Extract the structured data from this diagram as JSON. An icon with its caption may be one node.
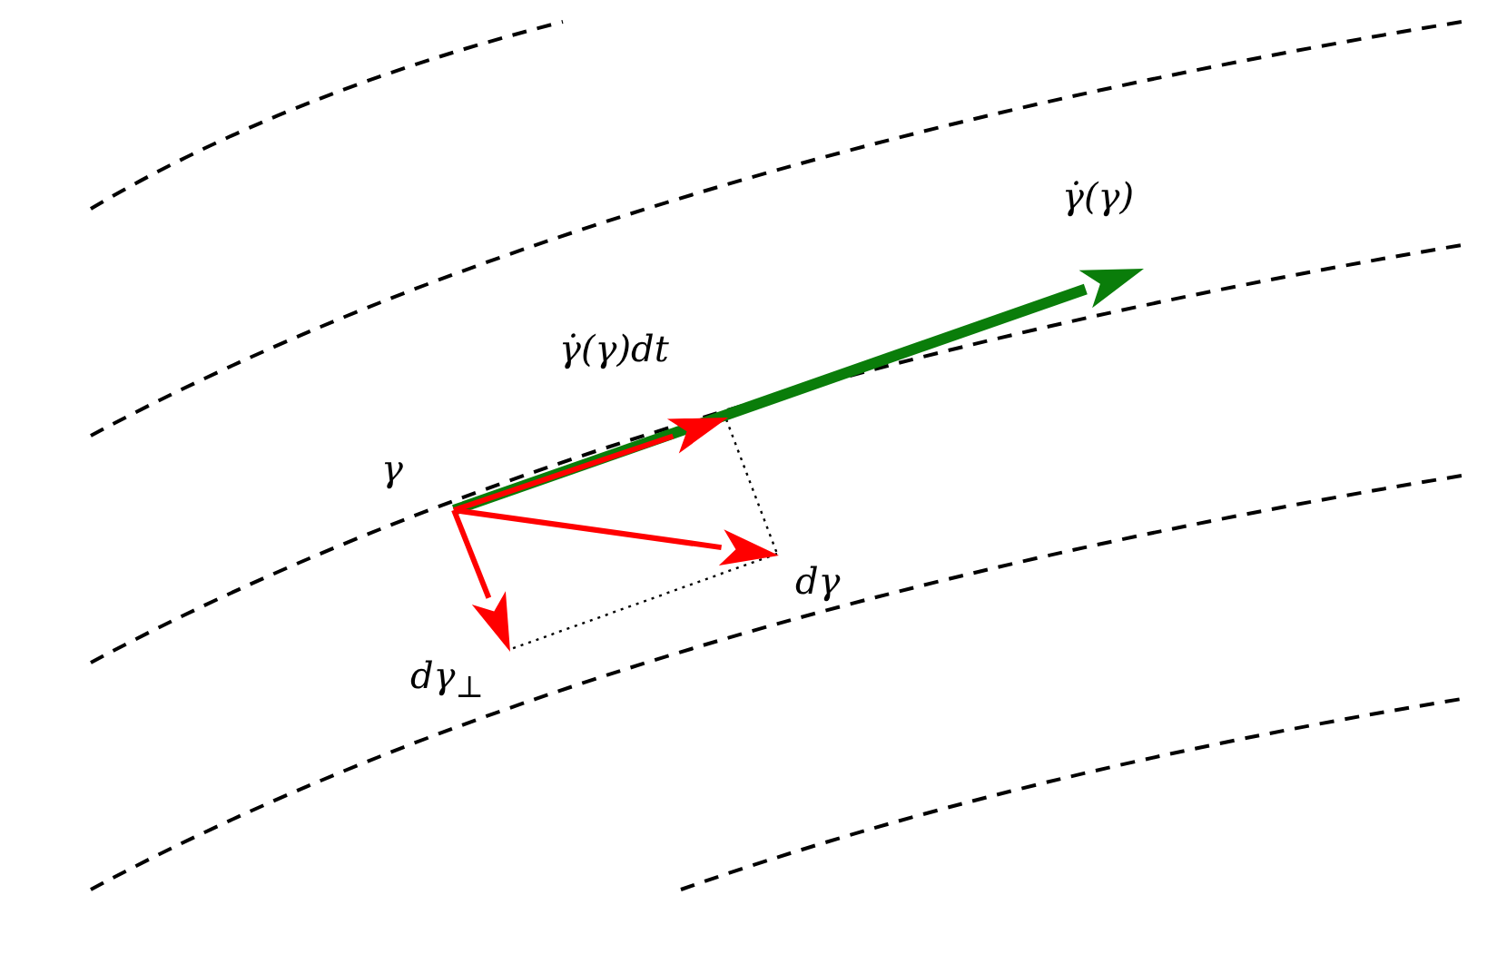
{
  "diagram": {
    "labels": [
      "γ̇(γ)",
      "γ̇(γ)dt",
      "γ",
      "dγ",
      "dγ$_{⊥}$"
    ]
  }
}
